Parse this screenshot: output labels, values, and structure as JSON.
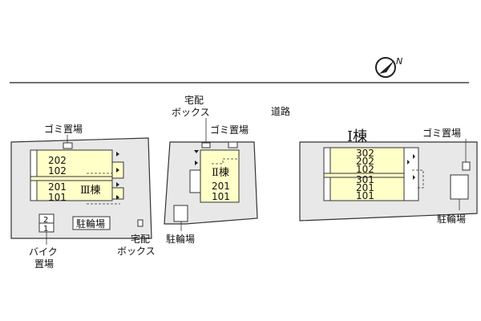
{
  "colors": {
    "site": "#e8e8e8",
    "building": "#ffffc8",
    "outline": "#333333",
    "road_line": "#444444"
  },
  "compass": {
    "north_label": "N",
    "icon": "north-arrow-icon"
  },
  "road": {
    "label": "道路"
  },
  "building_3": {
    "name": "Ⅲ棟",
    "units_upper": [
      "202",
      "102"
    ],
    "units_lower": [
      "201",
      "101"
    ],
    "garbage_label": "ゴミ置場",
    "delivery_box_label": [
      "宅配",
      "ボックス"
    ],
    "bike_parking_label": [
      "バイク",
      "置場"
    ],
    "bicycle_parking_label": "駐輪場",
    "bike_slots": [
      "2",
      "1"
    ]
  },
  "building_2": {
    "name": "Ⅱ棟",
    "units": [
      "201",
      "101"
    ],
    "delivery_box_label": [
      "宅配",
      "ボックス"
    ],
    "garbage_label": "ゴミ置場",
    "bicycle_parking_label": "駐輪場"
  },
  "building_1": {
    "name": "Ⅰ棟",
    "units_upper": [
      "302",
      "202",
      "102"
    ],
    "units_lower": [
      "301",
      "201",
      "101"
    ],
    "garbage_label": "ゴミ置場",
    "bicycle_parking_label": "駐輪場"
  }
}
